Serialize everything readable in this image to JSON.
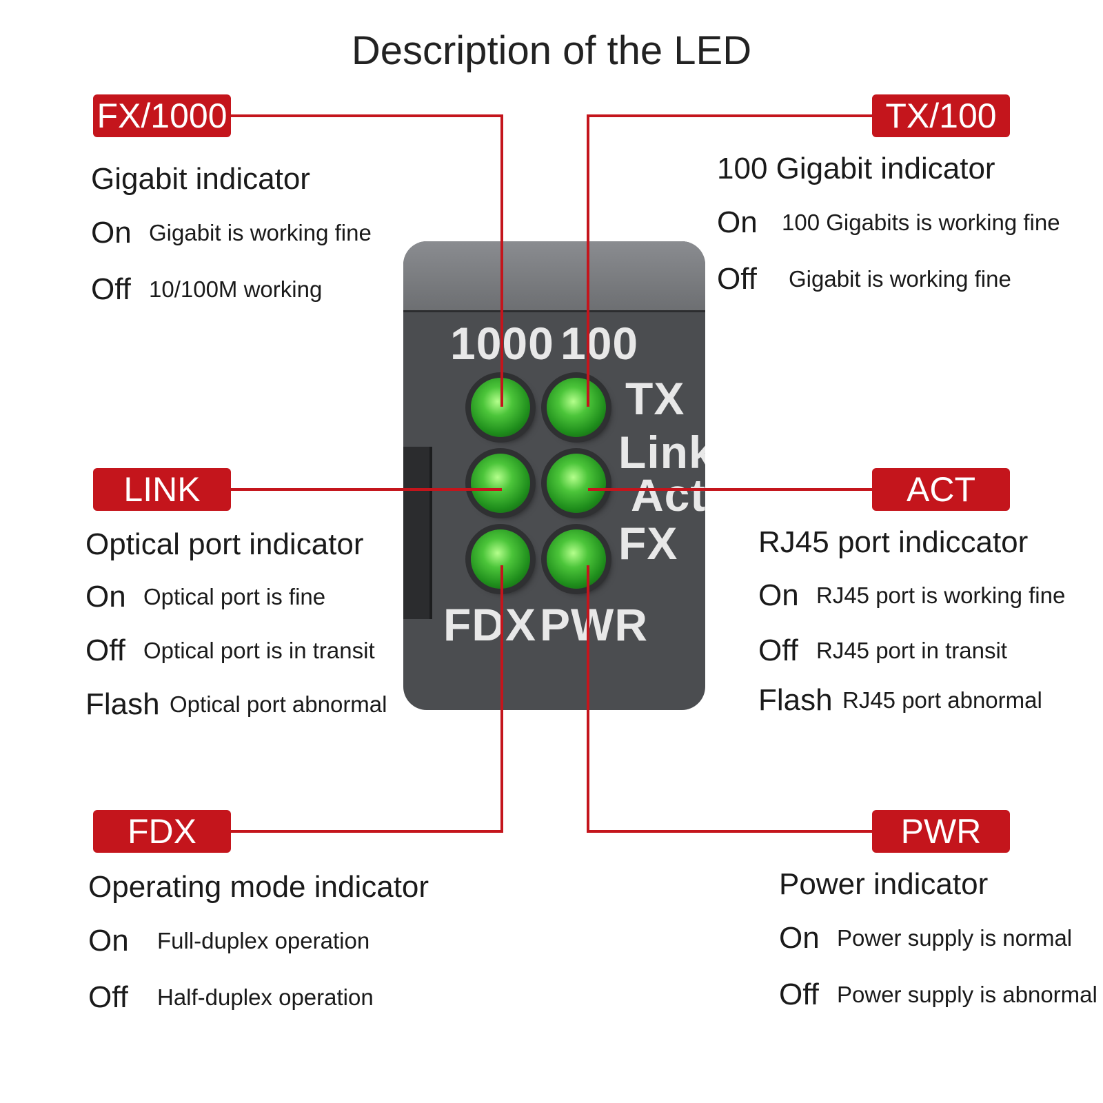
{
  "title": "Description of the LED",
  "device": {
    "top_left_label": "1000",
    "top_right_label": "100",
    "side_labels": [
      "TX",
      "Link",
      "Act",
      "FX"
    ],
    "bottom_left_label": "FDX",
    "bottom_right_label": "PWR",
    "led_color": "#3fbf2f"
  },
  "accent_color": "#c4151c",
  "callouts": {
    "fx1000": {
      "badge": "FX/1000",
      "heading": "Gigabit indicator",
      "states": [
        {
          "state": "On",
          "desc": "Gigabit is working fine"
        },
        {
          "state": "Off",
          "desc": "10/100M working"
        }
      ]
    },
    "tx100": {
      "badge": "TX/100",
      "heading": "100 Gigabit indicator",
      "states": [
        {
          "state": "On",
          "desc": "100 Gigabits is working fine"
        },
        {
          "state": "Off",
          "desc": "Gigabit is working fine"
        }
      ]
    },
    "link": {
      "badge": "LINK",
      "heading": "Optical port indicator",
      "states": [
        {
          "state": "On",
          "desc": "Optical port is fine"
        },
        {
          "state": "Off",
          "desc": "Optical port is in transit"
        },
        {
          "state": "Flash",
          "desc": "Optical port abnormal"
        }
      ]
    },
    "act": {
      "badge": "ACT",
      "heading": "RJ45 port indiccator",
      "states": [
        {
          "state": "On",
          "desc": "RJ45 port is working fine"
        },
        {
          "state": "Off",
          "desc": "RJ45 port in transit"
        },
        {
          "state": "Flash",
          "desc": "RJ45 port abnormal"
        }
      ]
    },
    "fdx": {
      "badge": "FDX",
      "heading": "Operating mode indicator",
      "states": [
        {
          "state": "On",
          "desc": "Full-duplex operation"
        },
        {
          "state": "Off",
          "desc": "Half-duplex operation"
        }
      ]
    },
    "pwr": {
      "badge": "PWR",
      "heading": "Power indicator",
      "states": [
        {
          "state": "On",
          "desc": "Power supply is normal"
        },
        {
          "state": "Off",
          "desc": "Power supply is abnormal"
        }
      ]
    }
  }
}
